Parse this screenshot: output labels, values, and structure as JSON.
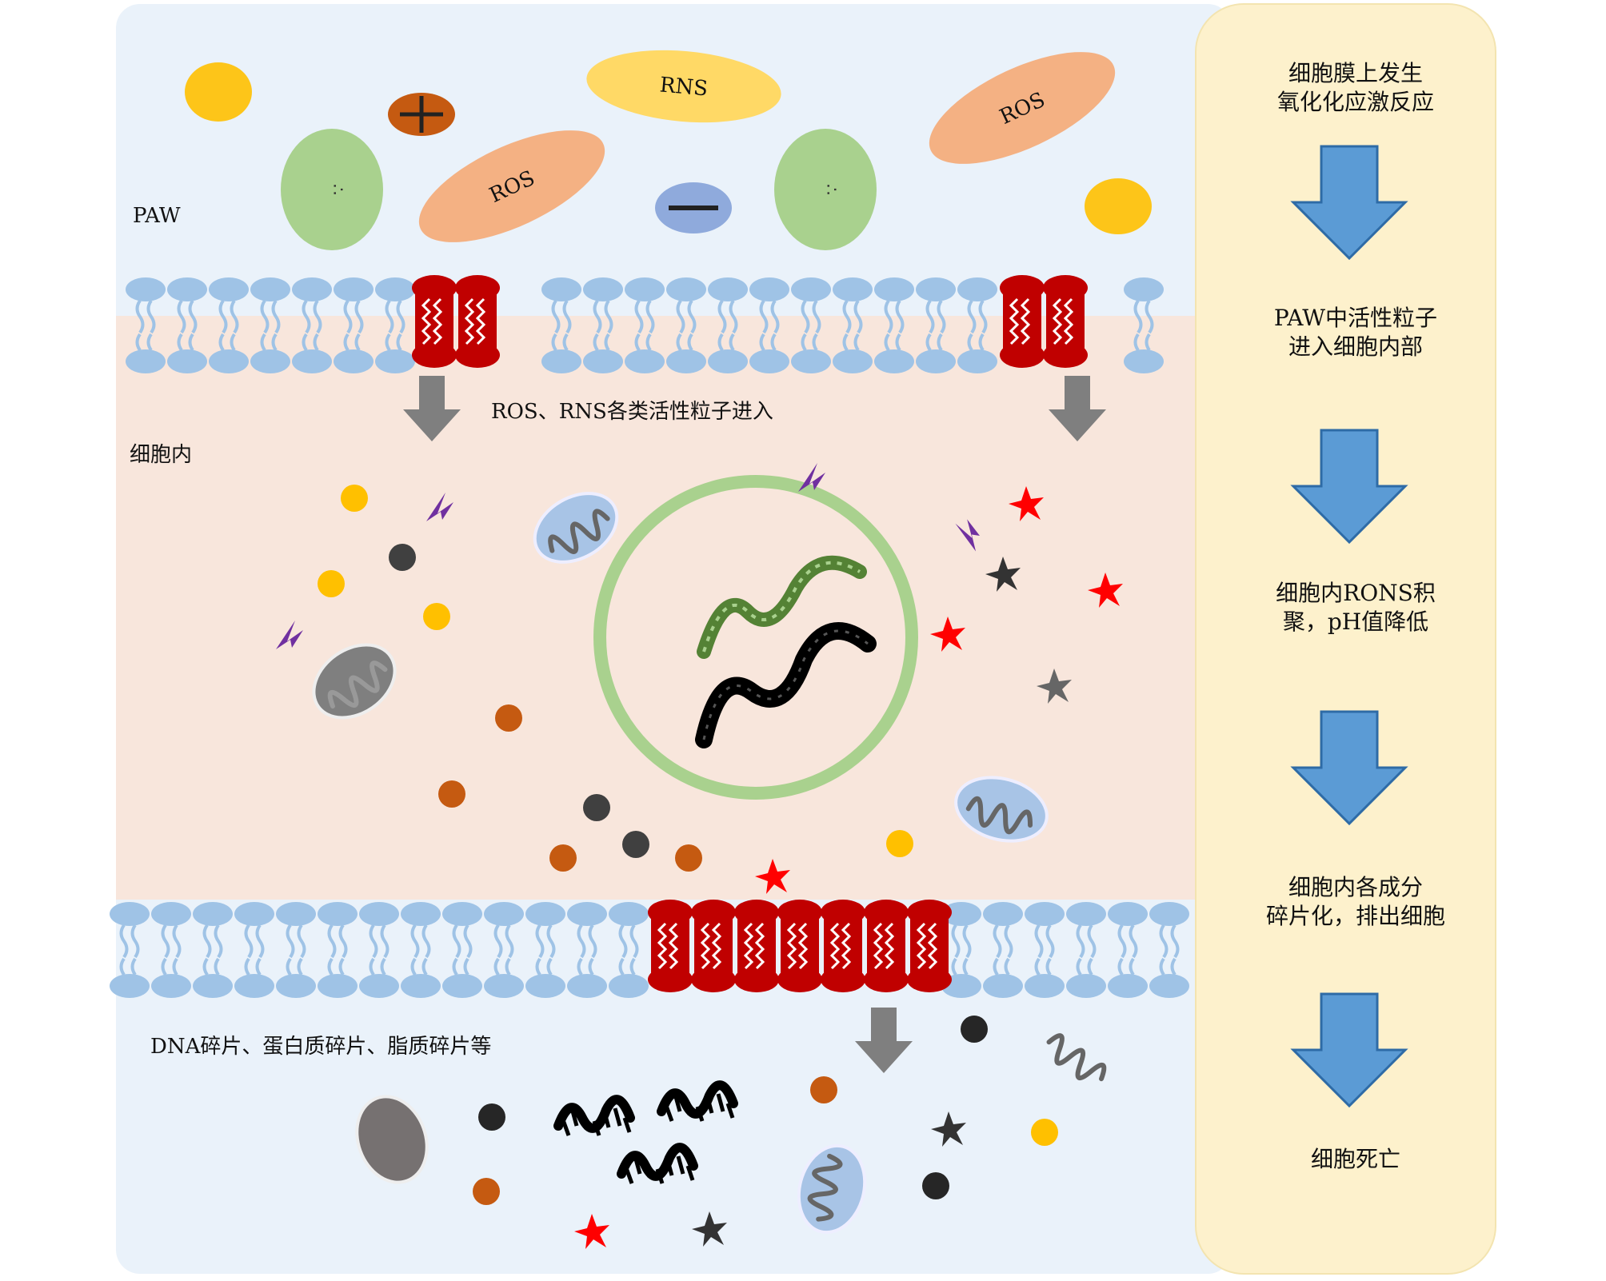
{
  "labels": {
    "paw": "PAW",
    "entry": "ROS、RNS各类活性粒子进入",
    "intracellular": "细胞内",
    "fragments": "DNA碎片、蛋白质碎片、脂质碎片等"
  },
  "particles": {
    "rns": "RNS",
    "ros": "ROS",
    "dots": "∴"
  },
  "steps": [
    {
      "line1": "细胞膜上发生",
      "line2": "氧化化应激反应"
    },
    {
      "line1": "PAW中活性粒子",
      "line2": "进入细胞内部"
    },
    {
      "line1": "细胞内RONS积",
      "line2": "聚，pH值降低"
    },
    {
      "line1": "细胞内各成分",
      "line2": "碎片化，排出细胞"
    },
    {
      "line1": "细胞死亡",
      "line2": ""
    }
  ],
  "colors": {
    "outer_bg": "#eaf2fa",
    "cell_bg": "#f8e6dc",
    "side_panel": "#fdf1cc",
    "lipid_head": "#9fc3e6",
    "channel": "#c00000",
    "arrow_blue": "#5b9bd5",
    "arrow_gray": "#7f7f7f"
  }
}
